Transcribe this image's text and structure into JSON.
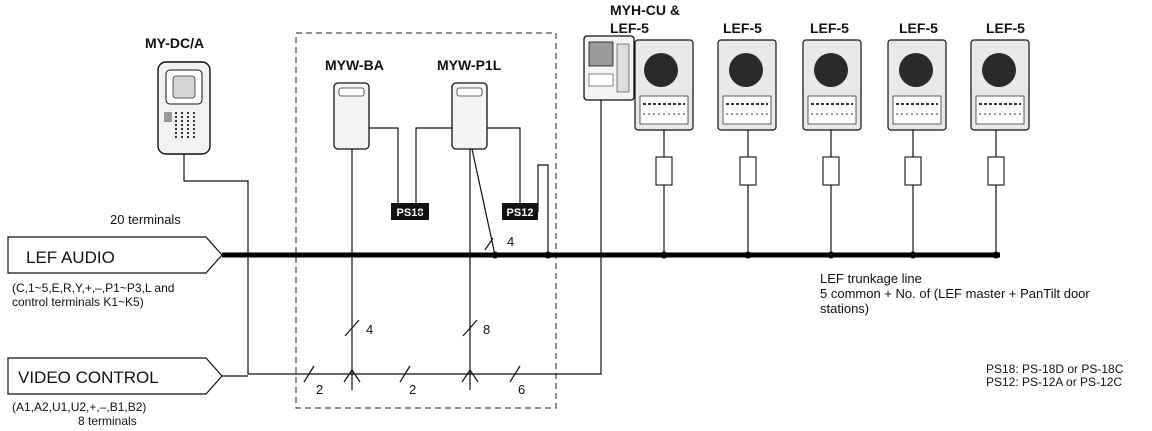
{
  "devices": {
    "door_station": "MY-DC/A",
    "adaptor_ba": "MYW-BA",
    "adaptor_p1l": "MYW-P1L",
    "master_line1": "MYH-CU &",
    "master_line2": "LEF-5",
    "lef5": [
      "LEF-5",
      "LEF-5",
      "LEF-5",
      "LEF-5"
    ]
  },
  "power_supplies": {
    "ps18": "PS18",
    "ps12": "PS12"
  },
  "lef_audio": {
    "label": "LEF AUDIO",
    "terminals_count": "20 terminals",
    "terminals_line1": "(C,1~5,E,R,Y,+,–,P1~P3,L and",
    "terminals_line2": "control terminals K1~K5)"
  },
  "video_control": {
    "label": "VIDEO CONTROL",
    "terminals_line1": "(A1,A2,U1,U2,+,–,B1,B2)",
    "terminals_count": "8 terminals"
  },
  "wire_counts": {
    "audio_p1l": "4",
    "vc_ba": "4",
    "vc_p1l": "8",
    "bottom_1": "2",
    "bottom_2": "2",
    "bottom_3": "6"
  },
  "trunkage": {
    "line1": "LEF trunkage line",
    "line2": "5 common + No. of (LEF master + PanTilt door",
    "line3": "stations)"
  },
  "ps_notes": {
    "line1": "PS18: PS-18D or PS-18C",
    "line2": "PS12: PS-12A or PS-12C"
  }
}
